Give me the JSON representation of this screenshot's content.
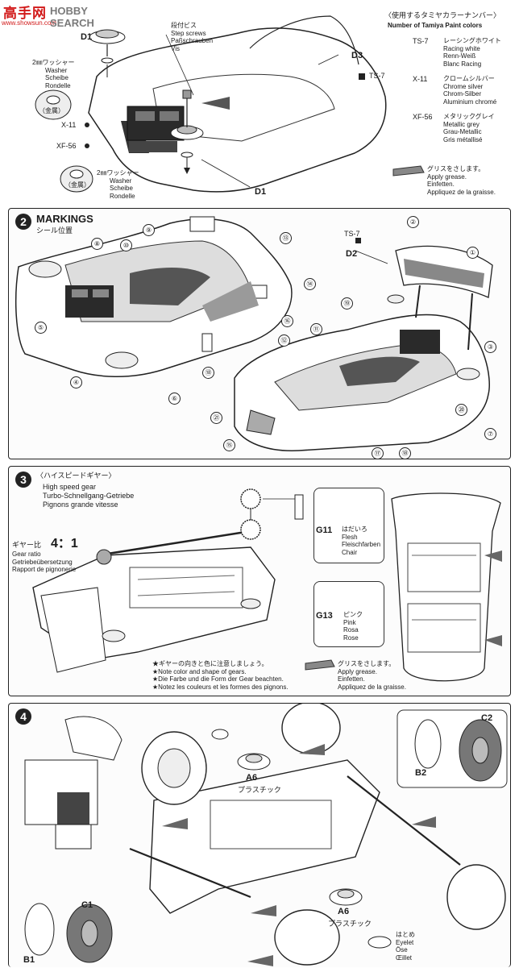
{
  "watermark": {
    "logo": "高手网",
    "url": "www.showsun.com",
    "tag": "HOBBY SEARCH"
  },
  "paint_legend": {
    "title_jp": "〈使用するタミヤカラーナンバー〉",
    "title_en": "Number of Tamiya Paint colors",
    "items": [
      {
        "code": "TS-7",
        "jp": "レーシングホワイト",
        "lines": [
          "Racing white",
          "Renn-Weiß",
          "Blanc Racing"
        ]
      },
      {
        "code": "X-11",
        "jp": "クロームシルバー",
        "lines": [
          "Chrome silver",
          "Chrom-Silber",
          "Aluminium chromé"
        ]
      },
      {
        "code": "XF-56",
        "jp": "メタリックグレイ",
        "lines": [
          "Metallic grey",
          "Grau-Metallic",
          "Gris métallisé"
        ]
      }
    ],
    "grease": {
      "jp": "グリスをさします。",
      "lines": [
        "Apply grease.",
        "Einfetten.",
        "Appliquez de la graisse."
      ]
    }
  },
  "step1": {
    "d1_top": "D1",
    "d1_bottom": "D1",
    "d3": "D3",
    "screws_jp": "段付ビス",
    "screws": [
      "Step screws",
      "Paßschrauben",
      "Vis"
    ],
    "washer_top_jp": "2㎜ワッシャー",
    "washer_top": [
      "Washer",
      "Scheibe",
      "Rondelle"
    ],
    "washer_bottom_jp": "2㎜ワッシャー",
    "washer_bottom": [
      "Washer",
      "Scheibe",
      "Rondelle"
    ],
    "metal_top": "（金属）",
    "metal_bottom": "（金属）",
    "paint_ts7": "TS-7",
    "paint_x11": "X-11",
    "paint_xf56": "XF-56"
  },
  "step2": {
    "num": "2",
    "title": "MARKINGS",
    "subtitle": "シール位置",
    "paint": "TS-7",
    "part": "D2",
    "decal_numbers": [
      "①",
      "②",
      "③",
      "④",
      "⑤",
      "⑥",
      "⑦",
      "⑧",
      "⑨",
      "⑩",
      "⑪",
      "⑫",
      "⑬",
      "⑭",
      "⑮",
      "⑯",
      "⑰",
      "⑱",
      "⑲",
      "⑳",
      "㉑"
    ]
  },
  "step3": {
    "num": "3",
    "title_jp": "〈ハイスピードギヤー〉",
    "title": [
      "High speed gear",
      "Turbo-Schnellgang-Getriebe",
      "Pignons grande vitesse"
    ],
    "ratio_jp": "ギヤー比",
    "ratio": "4：1",
    "ratio_lines": [
      "Gear ratio",
      "Getriebeübersetzung",
      "Rapport de pignonerie"
    ],
    "g11": {
      "code": "G11",
      "jp": "はだいろ",
      "lines": [
        "Flesh",
        "Fleischfarben",
        "Chair"
      ]
    },
    "g13": {
      "code": "G13",
      "jp": "ピンク",
      "lines": [
        "Pink",
        "Rosa",
        "Rose"
      ]
    },
    "notes": [
      "★ギヤーの向きと色に注意しましょう。",
      "★Note color and shape of gears.",
      "★Die Farbe und die Form der Gear beachten.",
      "★Notez les couleurs et les formes des pignons."
    ],
    "grease": {
      "jp": "グリスをさします。",
      "lines": [
        "Apply grease.",
        "Einfetten.",
        "Appliquez de la graisse."
      ]
    }
  },
  "step4": {
    "num": "4",
    "c2": "C2",
    "b2": "B2",
    "c1": "C1",
    "b1": "B1",
    "a6_top": "A6",
    "a6_bottom": "A6",
    "plastic_top": "プラスチック",
    "plastic_bottom": "プラスチック",
    "eyelet_jp": "はとめ",
    "eyelet": [
      "Eyelet",
      "Öse",
      "Œillet"
    ]
  }
}
